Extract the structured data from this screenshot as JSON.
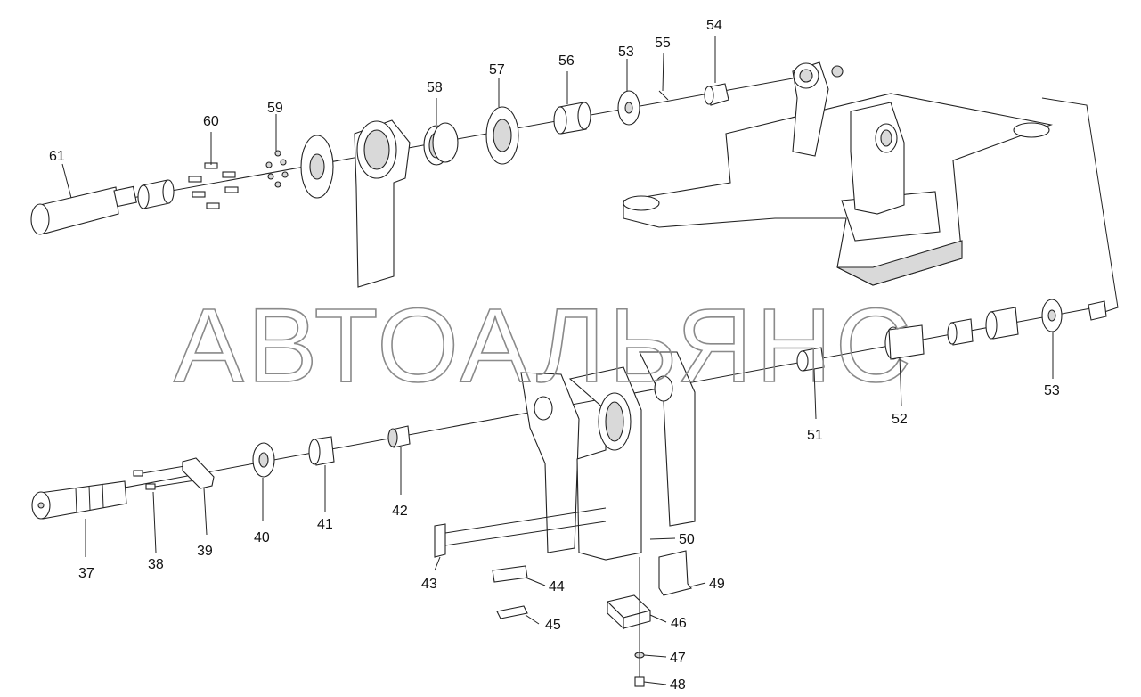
{
  "watermark": "АВТОАЛЬЯНС",
  "callouts": [
    "37",
    "38",
    "39",
    "40",
    "41",
    "42",
    "43",
    "44",
    "45",
    "46",
    "47",
    "48",
    "49",
    "50",
    "51",
    "52",
    "53",
    "53",
    "54",
    "55",
    "56",
    "57",
    "58",
    "59",
    "60",
    "61"
  ]
}
